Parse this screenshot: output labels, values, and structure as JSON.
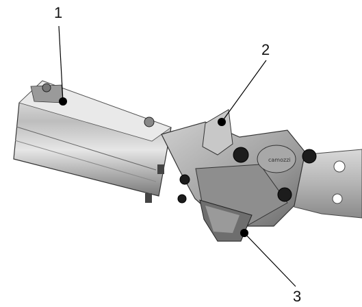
{
  "figure": {
    "callouts": [
      {
        "label": "1"
      },
      {
        "label": "2"
      },
      {
        "label": "3"
      }
    ],
    "plate_marking": "camozzi"
  }
}
